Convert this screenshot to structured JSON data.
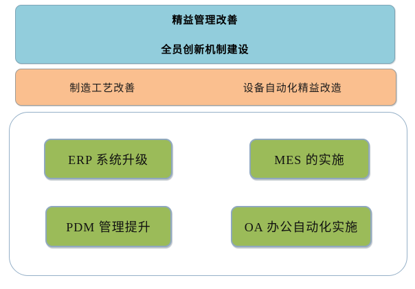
{
  "colors": {
    "top_box_fill": "#92CDDC",
    "top_box_border": "#7CA4B5",
    "mid_box_fill": "#FABF8F",
    "mid_box_border": "#9B9B99",
    "container_border": "#94AFC7",
    "green_box_fill": "#9BBB59",
    "green_box_border": "#8FA8BE",
    "text": "#000000"
  },
  "top_box": {
    "lines": [
      "精益管理改善",
      "全员创新机制建设"
    ]
  },
  "mid_box": {
    "items": [
      "制造工艺改善",
      "设备自动化精益改造"
    ]
  },
  "bottom_container": {
    "boxes": [
      {
        "label": "ERP 系统升级"
      },
      {
        "label": "MES 的实施"
      },
      {
        "label": "PDM 管理提升"
      },
      {
        "label": "OA 办公自动化实施"
      }
    ]
  }
}
